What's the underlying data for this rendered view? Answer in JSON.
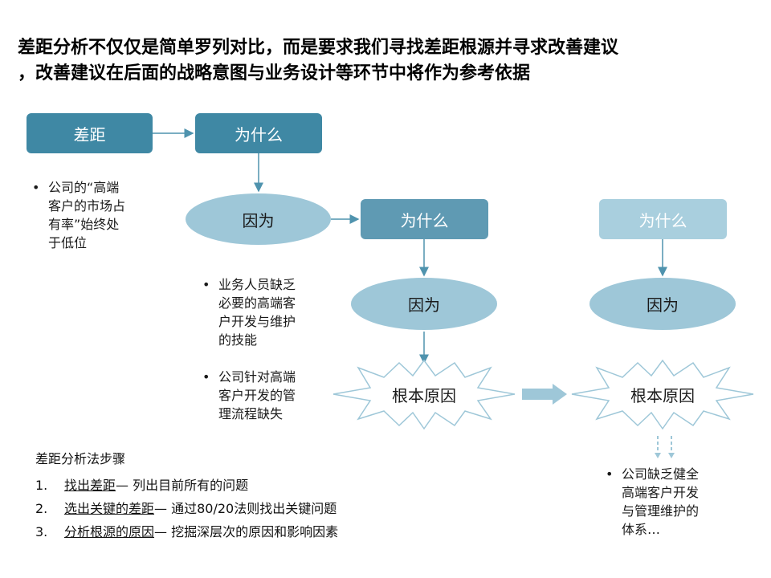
{
  "title_line1": "差距分析不仅仅是简单罗列对比，而是要求我们寻找差距根源并寻求改善建议",
  "title_line2": "，改善建议在后面的战略意图与业务设计等环节中将作为参考依据",
  "box_gap": "差距",
  "box_why1": "为什么",
  "ellipse_because1": "因为",
  "box_why2": "为什么",
  "ellipse_because2": "因为",
  "star_root1": "根本原因",
  "box_why3": "为什么",
  "ellipse_because3": "因为",
  "star_root2": "根本原因",
  "bullet_gap": [
    "公司的“高端",
    "客户的市场占",
    "有率”始终处",
    "于低位"
  ],
  "bullet_cause1": [
    "业务人员缺乏",
    "必要的高端客",
    "户开发与维护",
    "的技能"
  ],
  "bullet_cause2": [
    "公司针对高端",
    "客户开发的管",
    "理流程缺失"
  ],
  "bullet_root": [
    "公司缺乏健全",
    "高端客户开发",
    "与管理维护的",
    "体系…"
  ],
  "steps": {
    "title": "差距分析法步骤",
    "items": [
      {
        "num": "1.",
        "key": "找出差距",
        "desc": "— 列出目前所有的问题"
      },
      {
        "num": "2.",
        "key": "选出关键的差距",
        "desc": "— 通过80/20法则找出关键问题"
      },
      {
        "num": "3.",
        "key": "分析根源的原因",
        "desc": "— 挖掘深层次的原因和影响因素"
      }
    ]
  },
  "colors": {
    "dark_box": "#3f88a4",
    "mid_box": "#5f9ab3",
    "light_box": "#a9cfde",
    "ellipse": "#9ec7d8",
    "arrow": "#4f93ae"
  }
}
